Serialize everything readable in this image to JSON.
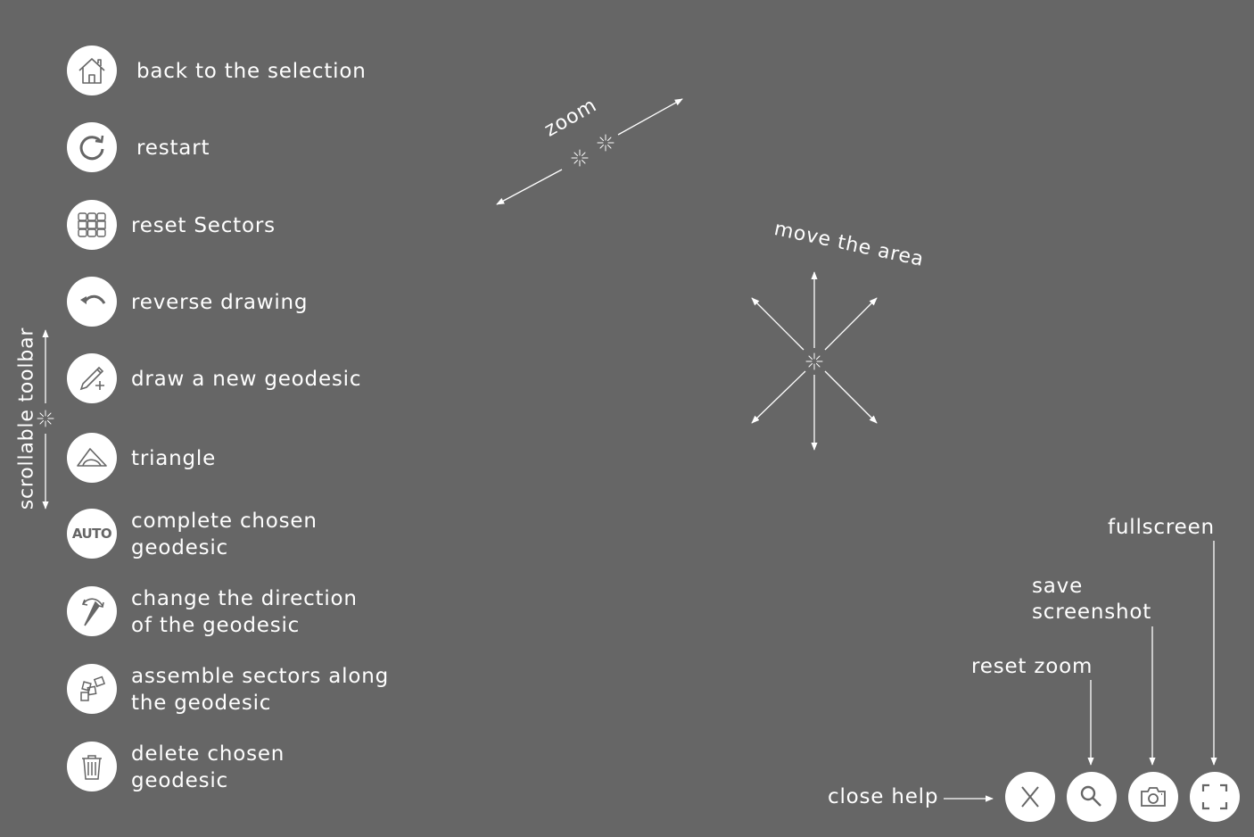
{
  "toolbar": {
    "items": [
      {
        "label": "back to the selection",
        "icon": "home-icon"
      },
      {
        "label": "restart",
        "icon": "restart-icon"
      },
      {
        "label": "reset Sectors",
        "icon": "sectors-grid-icon"
      },
      {
        "label": "reverse drawing",
        "icon": "undo-icon"
      },
      {
        "label": "draw a new geodesic",
        "icon": "pen-plus-icon"
      },
      {
        "label": "triangle",
        "icon": "triangle-icon"
      },
      {
        "label": "complete chosen\ngeodesic",
        "icon": "auto-icon",
        "icon_text": "AUTO"
      },
      {
        "label": "change the direction\nof the geodesic",
        "icon": "compass-direction-icon"
      },
      {
        "label": "assemble sectors along\nthe geodesic",
        "icon": "assemble-sectors-icon"
      },
      {
        "label": "delete chosen\ngeodesic",
        "icon": "trash-icon"
      }
    ],
    "scroll_hint": "scrollable toolbar"
  },
  "gestures": {
    "zoom": "zoom",
    "move": "move the area"
  },
  "bottom": {
    "close_help": "close help",
    "reset_zoom": "reset zoom",
    "save_screenshot": "save\nscreenshot",
    "fullscreen": "fullscreen"
  },
  "colors": {
    "background": "#666666",
    "foreground": "#ffffff",
    "icon": "#666666"
  }
}
